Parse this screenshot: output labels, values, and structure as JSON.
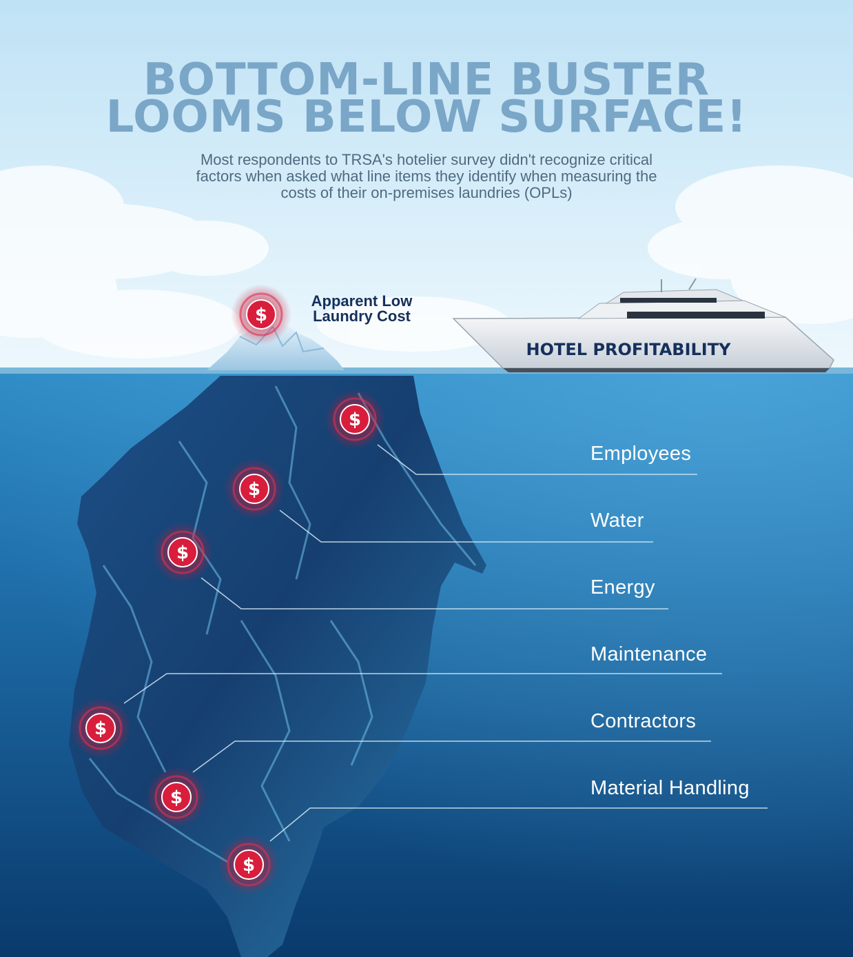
{
  "header": {
    "title_line1": "BOTTOM-LINE BUSTER",
    "title_line2": "LOOMS BELOW SURFACE!",
    "subtitle_line1": "Most respondents to TRSA's hotelier survey didn't recognize critical",
    "subtitle_line2": "factors when asked what line items they identify when measuring the",
    "subtitle_line3": "costs of their on-premises laundries (OPLs)"
  },
  "tip": {
    "label_line1": "Apparent Low",
    "label_line2": "Laundry Cost",
    "marker_symbol": "$"
  },
  "boat": {
    "label": "HOTEL PROFITABILITY"
  },
  "hidden_costs": [
    {
      "label": "Employees",
      "marker_symbol": "$"
    },
    {
      "label": "Water",
      "marker_symbol": "$"
    },
    {
      "label": "Energy",
      "marker_symbol": "$"
    },
    {
      "label": "Maintenance",
      "marker_symbol": "$"
    },
    {
      "label": "Contractors",
      "marker_symbol": "$"
    },
    {
      "label": "Material Handling",
      "marker_symbol": "$"
    }
  ],
  "colors": {
    "title": "#7aa6c8",
    "marker_red": "#d81e3c",
    "sea_surface": "#2f86c0",
    "sea_deep": "#0b3f73",
    "boat_label": "#16305c"
  },
  "icons": {
    "marker": "dollar-marker-icon",
    "boat": "yacht-icon",
    "iceberg": "iceberg-icon"
  }
}
